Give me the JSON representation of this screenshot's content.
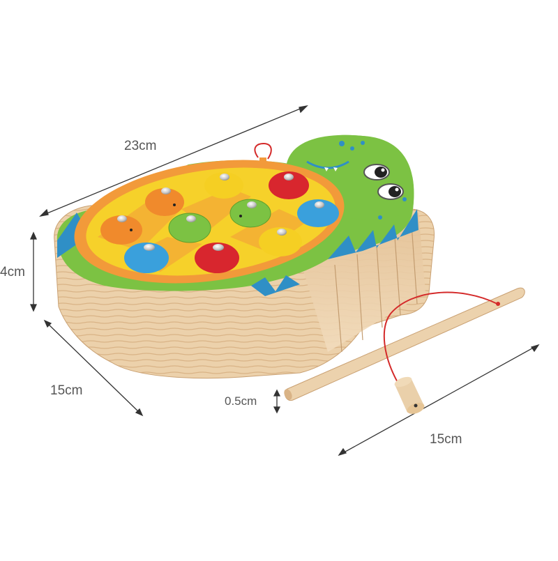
{
  "dimensions": {
    "width_label": "23cm",
    "height_label": "4cm",
    "depth_label": "15cm",
    "rod_thickness_label": "0.5cm",
    "rod_length_label": "15cm"
  },
  "colors": {
    "background": "#ffffff",
    "wood": "#e9c9a0",
    "board_green": "#7cc243",
    "board_blue": "#2f8fc6",
    "board_yellow": "#f6d12a",
    "board_orange": "#f29a3a",
    "fish_red": "#d8262e",
    "fish_blue": "#3aa0dc",
    "fish_green": "#7cc243",
    "fish_yellow": "#f5cf23",
    "fish_orange": "#f08a2c",
    "line_red": "#d42a2a",
    "dimension_line": "#333333"
  },
  "objects": [
    "wooden-turtle-fishing-board",
    "wooden-fishing-rod",
    "magnet-weight"
  ]
}
